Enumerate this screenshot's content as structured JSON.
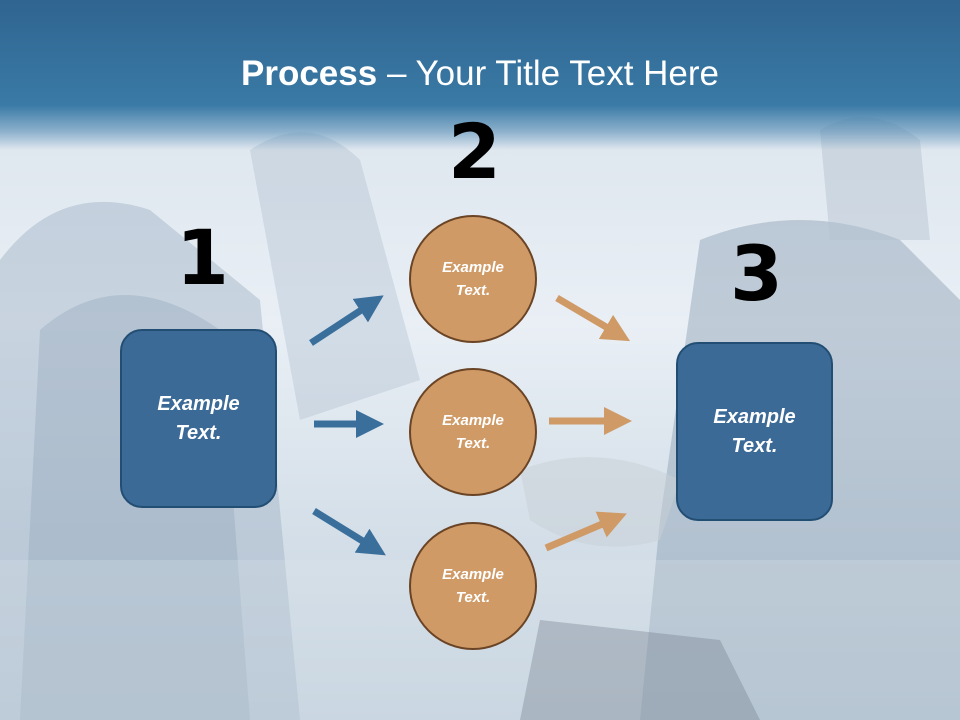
{
  "slide": {
    "title_bold": "Process",
    "title_rest": " – Your Title Text Here",
    "colors": {
      "header": "#3a7aa6",
      "box": "#3b6a96",
      "circle": "#cf9a66",
      "blue_arrow": "#3a6f9c",
      "orange_arrow": "#cf9a66"
    }
  },
  "steps": {
    "one": "1",
    "two": "2",
    "three": "3"
  },
  "nodes": {
    "left_box": {
      "line1": "Example",
      "line2": "Text."
    },
    "circle_top": {
      "line1": "Example",
      "line2": "Text."
    },
    "circle_middle": {
      "line1": "Example",
      "line2": "Text."
    },
    "circle_bottom": {
      "line1": "Example",
      "line2": "Text."
    },
    "right_box": {
      "line1": "Example",
      "line2": "Text."
    }
  }
}
